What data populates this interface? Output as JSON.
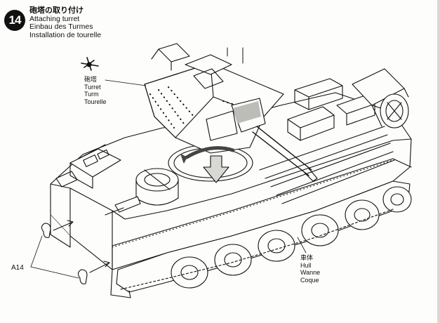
{
  "step": {
    "number": "14",
    "title_jp": "砲塔の取り付け",
    "title_en": "Attaching turret",
    "title_de": "Einbau des Turmes",
    "title_fr": "Installation de tourelle"
  },
  "labels": {
    "turret": {
      "jp": "砲塔",
      "en": "Turret",
      "de": "Turm",
      "fr": "Tourelle"
    },
    "hull": {
      "jp": "車体",
      "en": "Hull",
      "de": "Wanne",
      "fr": "Coque"
    },
    "part": "A14"
  },
  "icons": {
    "cement": "cement-tube-icon",
    "rotate": "rotate-arrow-icon",
    "down": "down-arrow-icon"
  },
  "colors": {
    "ink": "#111111",
    "paper": "#fdfdfb",
    "shade": "#bdbdb8"
  }
}
